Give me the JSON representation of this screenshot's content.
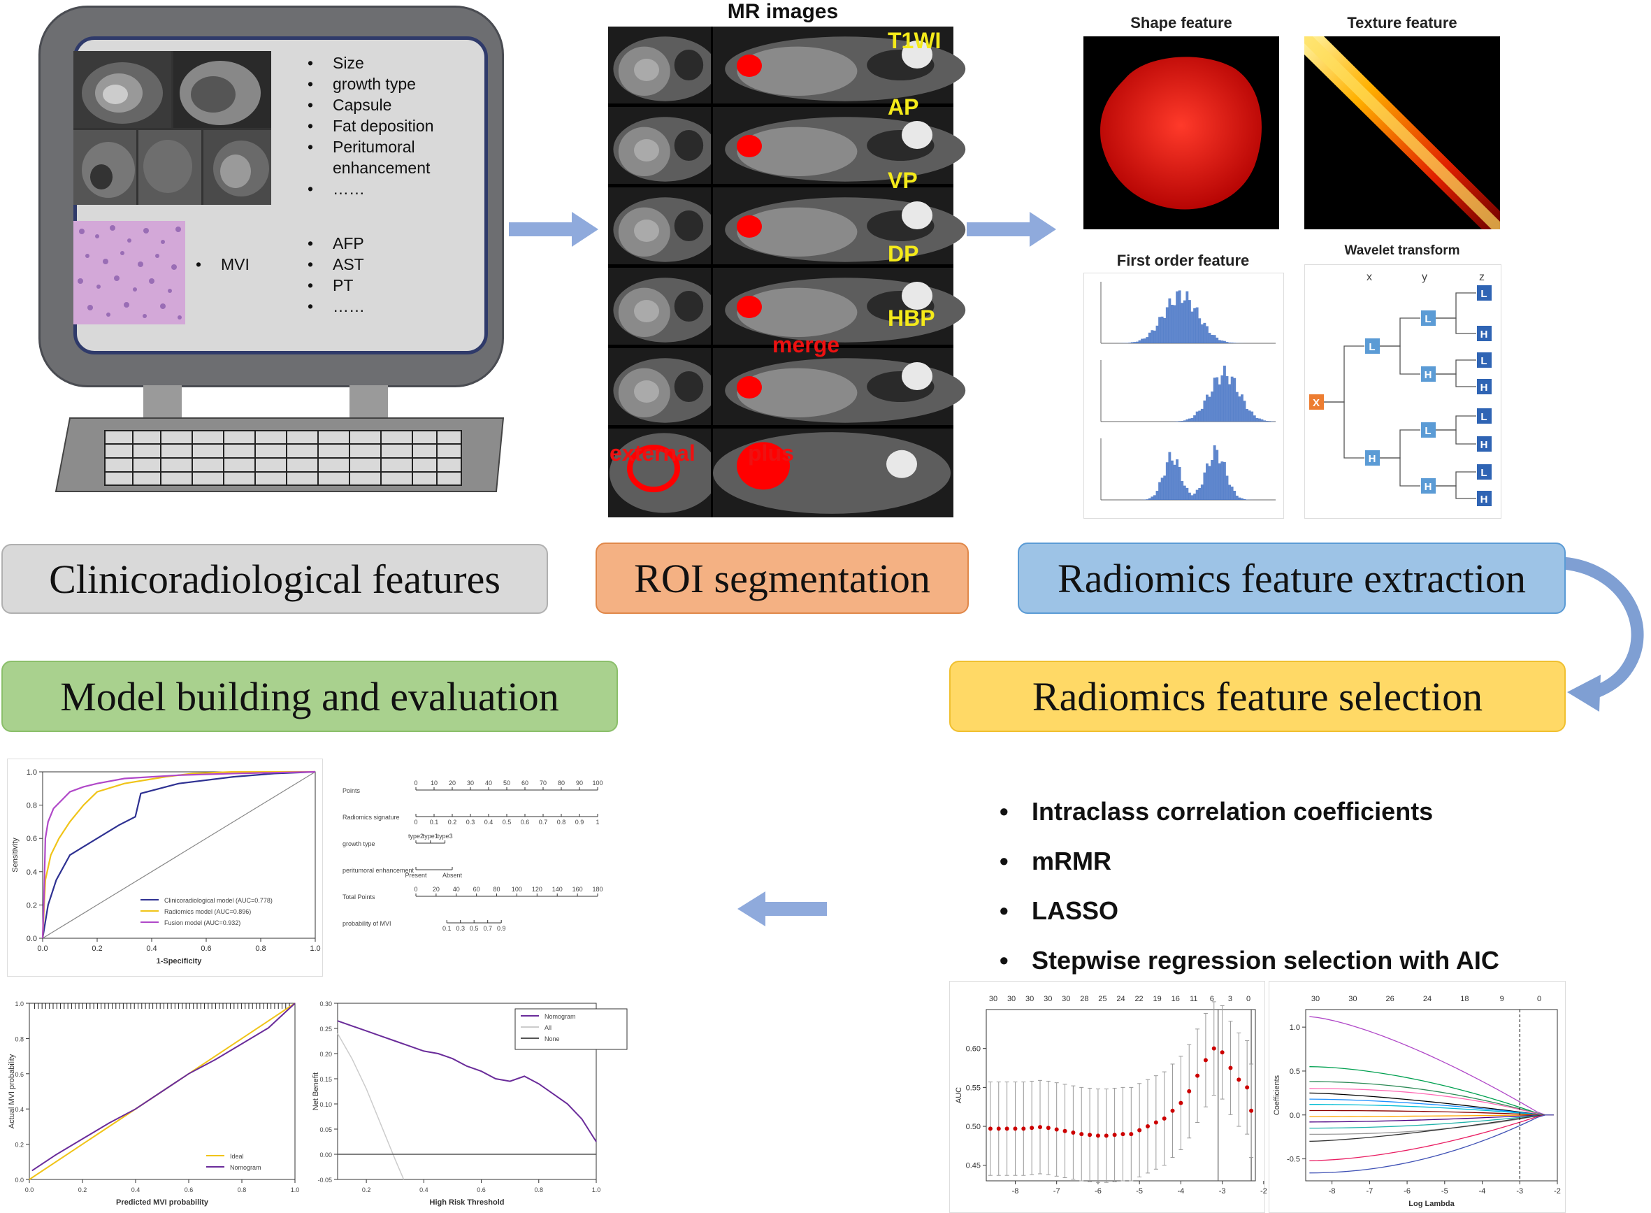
{
  "stages": {
    "clinico": "Clinicoradiological features",
    "roi": "ROI segmentation",
    "extraction": "Radiomics feature extraction",
    "selection": "Radiomics feature selection",
    "model": "Model building and evaluation"
  },
  "monitor": {
    "imaging_features": [
      "Size",
      "growth type",
      "Capsule",
      "Fat deposition",
      "Peritumoral enhancement",
      "……"
    ],
    "pathology_label": "MVI",
    "lab_features": [
      "AFP",
      "AST",
      "PT",
      "……"
    ]
  },
  "mr": {
    "title": "MR images",
    "sequences": [
      "T1WI",
      "AP",
      "VP",
      "DP",
      "HBP"
    ],
    "roi_labels": {
      "merge": "merge",
      "external": "external",
      "plus": "plus"
    }
  },
  "features": {
    "shape": "Shape feature",
    "texture": "Texture feature",
    "first_order": "First order feature",
    "wavelet": "Wavelet transform",
    "wavelet_axes": [
      "x",
      "y",
      "z"
    ],
    "wavelet_root": "X",
    "wavelet_nodes": {
      "low": "L",
      "high": "H"
    }
  },
  "selection_methods": [
    "Intraclass correlation coefficients",
    "mRMR",
    "LASSO",
    "Stepwise regression selection with AIC"
  ],
  "colors": {
    "clinico_box": "#d9d9d9",
    "roi_box": "#f4b183",
    "extraction_box": "#9dc3e6",
    "selection_box": "#ffd966",
    "model_box": "#a9d18e",
    "arrow": "#8faadc",
    "roi_red": "#ff0000",
    "seq_yellow": "#f4ea1a",
    "wavelet_blue": "#5b9bd5",
    "wavelet_root": "#ed7d31"
  },
  "chart_data": [
    {
      "type": "line",
      "name": "roc",
      "xlabel": "1-Specificity",
      "ylabel": "Sensitivity",
      "xlim": [
        0,
        1
      ],
      "ylim": [
        0,
        1
      ],
      "x_ticks": [
        "0.0",
        "0.2",
        "0.4",
        "0.6",
        "0.8",
        "1.0"
      ],
      "y_ticks": [
        "0.0",
        "0.2",
        "0.4",
        "0.6",
        "0.8",
        "1.0"
      ],
      "series": [
        {
          "name": "Clinicoradiological model (AUC=0.778)",
          "color": "#2e3192",
          "x": [
            0,
            0.02,
            0.05,
            0.1,
            0.15,
            0.2,
            0.28,
            0.34,
            0.36,
            0.5,
            0.7,
            0.85,
            1.0
          ],
          "y": [
            0,
            0.2,
            0.35,
            0.5,
            0.55,
            0.6,
            0.68,
            0.73,
            0.87,
            0.93,
            0.97,
            0.99,
            1.0
          ]
        },
        {
          "name": "Radiomics model (AUC=0.896)",
          "color": "#f0c419",
          "x": [
            0,
            0.01,
            0.03,
            0.06,
            0.1,
            0.15,
            0.2,
            0.3,
            0.45,
            0.55,
            0.7,
            1.0
          ],
          "y": [
            0,
            0.35,
            0.5,
            0.6,
            0.7,
            0.8,
            0.88,
            0.93,
            0.97,
            0.99,
            1.0,
            1.0
          ]
        },
        {
          "name": "Fusion model (AUC=0.932)",
          "color": "#b048c8",
          "x": [
            0,
            0.005,
            0.01,
            0.02,
            0.04,
            0.07,
            0.1,
            0.15,
            0.2,
            0.3,
            0.5,
            0.7,
            1.0
          ],
          "y": [
            0,
            0.25,
            0.6,
            0.7,
            0.78,
            0.83,
            0.88,
            0.91,
            0.93,
            0.96,
            0.98,
            0.99,
            1.0
          ]
        }
      ]
    },
    {
      "type": "table",
      "name": "nomogram",
      "rows": [
        "Points",
        "Radiomics signature",
        "growth type",
        "peritumoral enhancement",
        "Total Points",
        "probability of MVI"
      ],
      "scales": {
        "Points": [
          "0",
          "10",
          "20",
          "30",
          "40",
          "50",
          "60",
          "70",
          "80",
          "90",
          "100"
        ],
        "Radiomics signature": [
          "0",
          "0.1",
          "0.2",
          "0.3",
          "0.4",
          "0.5",
          "0.6",
          "0.7",
          "0.8",
          "0.9",
          "1"
        ],
        "growth type": [
          "type2",
          "type1",
          "type3"
        ],
        "peritumoral enhancement": [
          "Present",
          "Absent"
        ],
        "Total Points": [
          "0",
          "20",
          "40",
          "60",
          "80",
          "100",
          "120",
          "140",
          "160",
          "180"
        ],
        "probability of MVI": [
          "0.1",
          "0.3",
          "0.5",
          "0.7",
          "0.9"
        ]
      }
    },
    {
      "type": "line",
      "name": "calibration",
      "xlabel": "Predicted MVI probability",
      "ylabel": "Actual MVI probability",
      "xlim": [
        0,
        1
      ],
      "ylim": [
        0,
        1
      ],
      "x_ticks": [
        "0.0",
        "0.2",
        "0.4",
        "0.6",
        "0.8",
        "1.0"
      ],
      "y_ticks": [
        "0.0",
        "0.2",
        "0.4",
        "0.6",
        "0.8",
        "1.0"
      ],
      "series": [
        {
          "name": "Ideal",
          "color": "#f0c419",
          "x": [
            0,
            1
          ],
          "y": [
            0,
            1
          ]
        },
        {
          "name": "Nomogram",
          "color": "#6a2c9a",
          "x": [
            0.01,
            0.1,
            0.2,
            0.3,
            0.4,
            0.5,
            0.6,
            0.7,
            0.8,
            0.9,
            1.0
          ],
          "y": [
            0.05,
            0.14,
            0.23,
            0.32,
            0.4,
            0.5,
            0.6,
            0.68,
            0.77,
            0.86,
            1.0
          ]
        }
      ]
    },
    {
      "type": "line",
      "name": "decision_curve",
      "xlabel": "High Risk Threshold",
      "ylabel": "Net Benefit",
      "xlim": [
        0.1,
        1.0
      ],
      "ylim": [
        -0.05,
        0.3
      ],
      "x_ticks": [
        "0.2",
        "0.4",
        "0.6",
        "0.8",
        "1.0"
      ],
      "y_ticks": [
        "-0.05",
        "0.00",
        "0.05",
        "0.10",
        "0.15",
        "0.20",
        "0.25",
        "0.30"
      ],
      "series": [
        {
          "name": "Nomogram",
          "color": "#6a2c9a",
          "x": [
            0.1,
            0.15,
            0.2,
            0.25,
            0.3,
            0.35,
            0.4,
            0.45,
            0.5,
            0.55,
            0.6,
            0.65,
            0.7,
            0.75,
            0.8,
            0.85,
            0.9,
            0.95,
            1.0
          ],
          "y": [
            0.265,
            0.255,
            0.245,
            0.235,
            0.225,
            0.215,
            0.205,
            0.2,
            0.19,
            0.175,
            0.165,
            0.15,
            0.145,
            0.155,
            0.14,
            0.12,
            0.1,
            0.07,
            0.025
          ]
        },
        {
          "name": "All",
          "color": "#cccccc",
          "x": [
            0.1,
            0.15,
            0.2,
            0.25,
            0.3,
            0.33
          ],
          "y": [
            0.24,
            0.19,
            0.13,
            0.06,
            -0.01,
            -0.05
          ]
        },
        {
          "name": "None",
          "color": "#555555",
          "x": [
            0.1,
            1.0
          ],
          "y": [
            0,
            0
          ]
        }
      ]
    },
    {
      "type": "scatter",
      "name": "lasso_cv",
      "xlabel": "",
      "ylabel": "AUC",
      "xlim": [
        -8.7,
        -2.2
      ],
      "ylim": [
        0.43,
        0.65
      ],
      "x_ticks": [
        "-8",
        "-7",
        "-6",
        "-5",
        "-4",
        "-3",
        "-2"
      ],
      "y_ticks": [
        "0.45",
        "0.50",
        "0.55",
        "0.60"
      ],
      "top_ticks": [
        "30",
        "30",
        "30",
        "30",
        "30",
        "28",
        "25",
        "24",
        "22",
        "19",
        "16",
        "11",
        "6",
        "3",
        "0"
      ],
      "vlines": [
        -3.1,
        -2.3
      ],
      "x": [
        -8.6,
        -8.4,
        -8.2,
        -8.0,
        -7.8,
        -7.6,
        -7.4,
        -7.2,
        -7.0,
        -6.8,
        -6.6,
        -6.4,
        -6.2,
        -6.0,
        -5.8,
        -5.6,
        -5.4,
        -5.2,
        -5.0,
        -4.8,
        -4.6,
        -4.4,
        -4.2,
        -4.0,
        -3.8,
        -3.6,
        -3.4,
        -3.2,
        -3.0,
        -2.8,
        -2.6,
        -2.4,
        -2.3
      ],
      "y": [
        0.497,
        0.497,
        0.497,
        0.497,
        0.497,
        0.498,
        0.499,
        0.498,
        0.496,
        0.494,
        0.492,
        0.49,
        0.489,
        0.488,
        0.488,
        0.489,
        0.49,
        0.49,
        0.495,
        0.5,
        0.505,
        0.51,
        0.52,
        0.53,
        0.545,
        0.565,
        0.585,
        0.6,
        0.595,
        0.575,
        0.56,
        0.55,
        0.52
      ]
    },
    {
      "type": "line",
      "name": "lasso_path",
      "xlabel": "Log Lambda",
      "ylabel": "Coefficients",
      "xlim": [
        -8.7,
        -2.0
      ],
      "ylim": [
        -0.75,
        1.2
      ],
      "x_ticks": [
        "-8",
        "-7",
        "-6",
        "-5",
        "-4",
        "-3",
        "-2"
      ],
      "y_ticks": [
        "-0.5",
        "0.0",
        "0.5",
        "1.0"
      ],
      "top_ticks": [
        "30",
        "30",
        "26",
        "24",
        "18",
        "9",
        "0"
      ],
      "vline": -3.0
    }
  ]
}
